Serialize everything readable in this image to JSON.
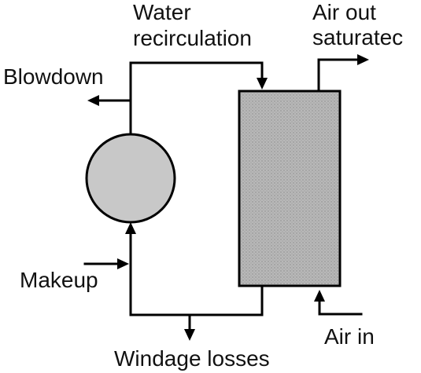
{
  "labels": {
    "water_recirculation_line1": "Water",
    "water_recirculation_line2": "recirculation",
    "air_out_line1": "Air out",
    "air_out_line2": "saturatec",
    "blowdown": "Blowdown",
    "makeup": "Makeup",
    "air_in": "Air in",
    "windage_losses": "Windage losses"
  },
  "colors": {
    "background": "#ffffff",
    "stroke": "#000000",
    "basin_fill": "#c8c8c8",
    "tower_fill": "#b8b8b8",
    "texture_dot": "#8a8a8a",
    "text": "#111111"
  }
}
